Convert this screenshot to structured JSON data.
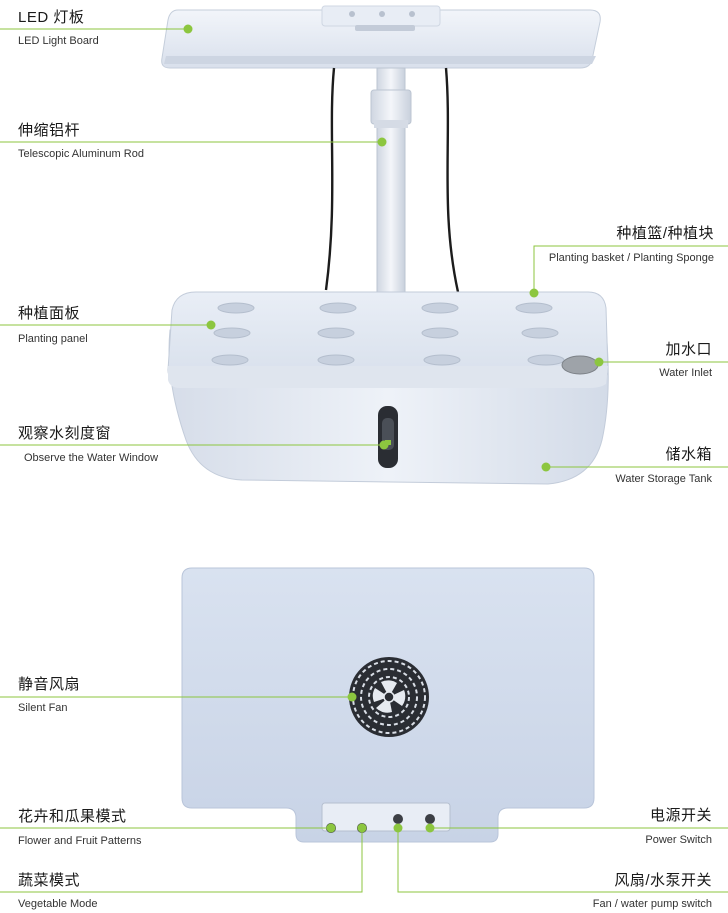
{
  "labels": {
    "led_board": {
      "cn": "LED 灯板",
      "en": "LED Light Board"
    },
    "telescopic_rod": {
      "cn": "伸缩铝杆",
      "en": "Telescopic Aluminum Rod"
    },
    "planting_basket": {
      "cn": "种植篮/种植块",
      "en": "Planting basket / Planting Sponge"
    },
    "planting_panel": {
      "cn": "种植面板",
      "en": "Planting panel"
    },
    "water_inlet": {
      "cn": "加水口",
      "en": "Water Inlet"
    },
    "water_window": {
      "cn": "观察水刻度窗",
      "en": "Observe the Water Window"
    },
    "water_tank": {
      "cn": "储水箱",
      "en": "Water Storage Tank"
    },
    "silent_fan": {
      "cn": "静音风扇",
      "en": "Silent Fan"
    },
    "flower_fruit": {
      "cn": "花卉和瓜果模式",
      "en": "Flower and Fruit Patterns"
    },
    "power_switch": {
      "cn": "电源开关",
      "en": "Power Switch"
    },
    "vegetable_mode": {
      "cn": "蔬菜模式",
      "en": "Vegetable Mode"
    },
    "fan_pump_switch": {
      "cn": "风扇/水泵开关",
      "en": "Fan / water pump switch"
    }
  },
  "colors": {
    "accent_dot": "#8cc63f",
    "leader_line": "#8cc63f",
    "device_body": "#e4e9f1",
    "device_panel": "#d3dceb",
    "device_edge": "#c2ccdc",
    "base_blue": "#cfd9ea"
  }
}
